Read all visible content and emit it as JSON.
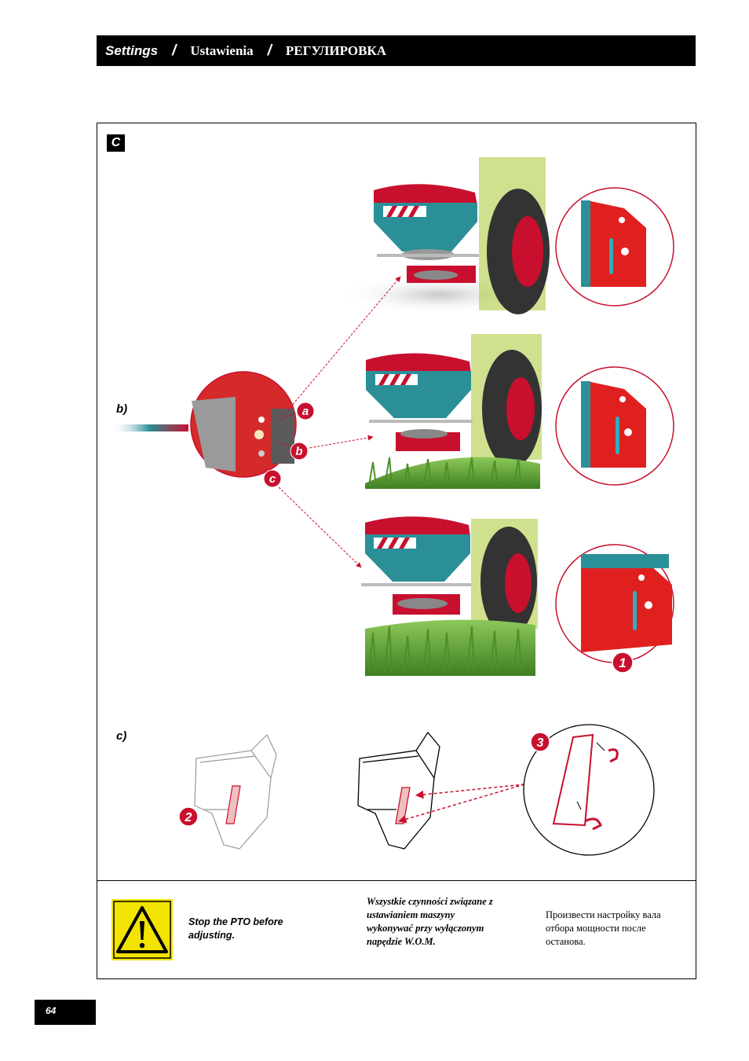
{
  "header": {
    "en": "Settings",
    "sep": "/",
    "pl": "Ustawienia",
    "ru": "РЕГУЛИРОВКА"
  },
  "section": {
    "letter": "C"
  },
  "labels": {
    "b": "b)",
    "c": "c)"
  },
  "markers": {
    "a": "a",
    "b": "b",
    "c": "c",
    "one": "1",
    "two": "2",
    "three": "3"
  },
  "warning": {
    "en": "Stop the PTO before adjusting.",
    "pl": "Wszystkie czynności związane z ustawianiem maszyny wykonywać przy wyłączonym napędzie W.O.M.",
    "ru": "Произвести настройку вала отбора мощности после останова."
  },
  "page_number": "64",
  "colors": {
    "accent_red": "#c8102e",
    "hopper_teal": "#2b8f98",
    "tractor_green": "#a8c832",
    "warning_yellow": "#f2e300",
    "grass_green": "#5a9a2a"
  },
  "icons": [
    "warning-triangle-icon"
  ]
}
